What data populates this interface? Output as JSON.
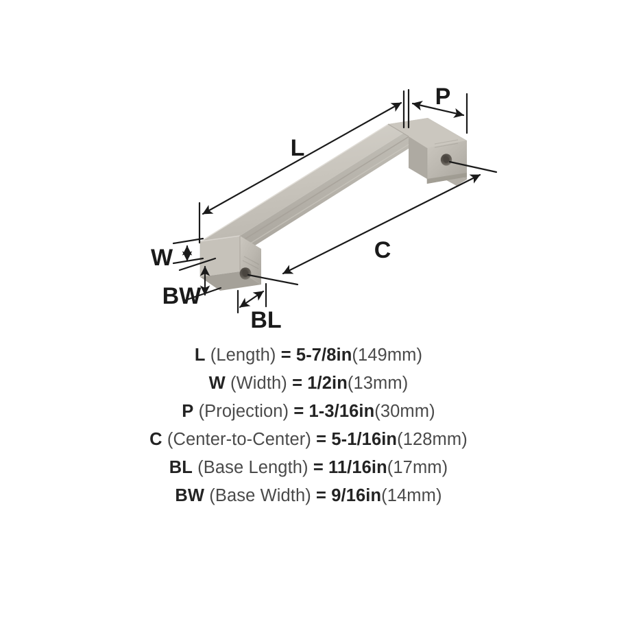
{
  "product": {
    "type": "cabinet-bar-pull",
    "finish_color": "#c6c2ba",
    "view": "isometric-3d"
  },
  "diagram": {
    "labels": {
      "length": "L",
      "width": "W",
      "projection": "P",
      "center_to_center": "C",
      "base_length": "BL",
      "base_width": "BW"
    },
    "line_color": "#1a1a1a",
    "callouts": [
      {
        "name": "length-dimension",
        "label": "L",
        "kind": "double-arrow",
        "orientation": "diagonal"
      },
      {
        "name": "projection-dimension",
        "label": "P",
        "kind": "double-arrow",
        "orientation": "horizontal"
      },
      {
        "name": "center-to-center-dimension",
        "label": "C",
        "kind": "double-arrow",
        "orientation": "diagonal"
      },
      {
        "name": "width-dimension",
        "label": "W",
        "kind": "double-arrow",
        "orientation": "vertical"
      },
      {
        "name": "base-width-dimension",
        "label": "BW",
        "kind": "double-arrow",
        "orientation": "vertical"
      },
      {
        "name": "base-length-dimension",
        "label": "BL",
        "kind": "double-arrow",
        "orientation": "diagonal"
      }
    ]
  },
  "legend": {
    "rows": [
      {
        "sym": "L",
        "name": "(Length)",
        "eq": "=",
        "imperial": "5-7/8in",
        "metric": "(149mm)"
      },
      {
        "sym": "W",
        "name": "(Width)",
        "eq": "=",
        "imperial": "1/2in",
        "metric": "(13mm)"
      },
      {
        "sym": "P",
        "name": "(Projection)",
        "eq": "=",
        "imperial": "1-3/16in",
        "metric": "(30mm)"
      },
      {
        "sym": "C",
        "name": "(Center-to-Center)",
        "eq": "=",
        "imperial": "5-1/16in",
        "metric": "(128mm)"
      },
      {
        "sym": "BL",
        "name": "(Base Length)",
        "eq": "=",
        "imperial": "11/16in",
        "metric": "(17mm)"
      },
      {
        "sym": "BW",
        "name": "(Base Width)",
        "eq": "=",
        "imperial": "9/16in",
        "metric": "(14mm)"
      }
    ]
  }
}
